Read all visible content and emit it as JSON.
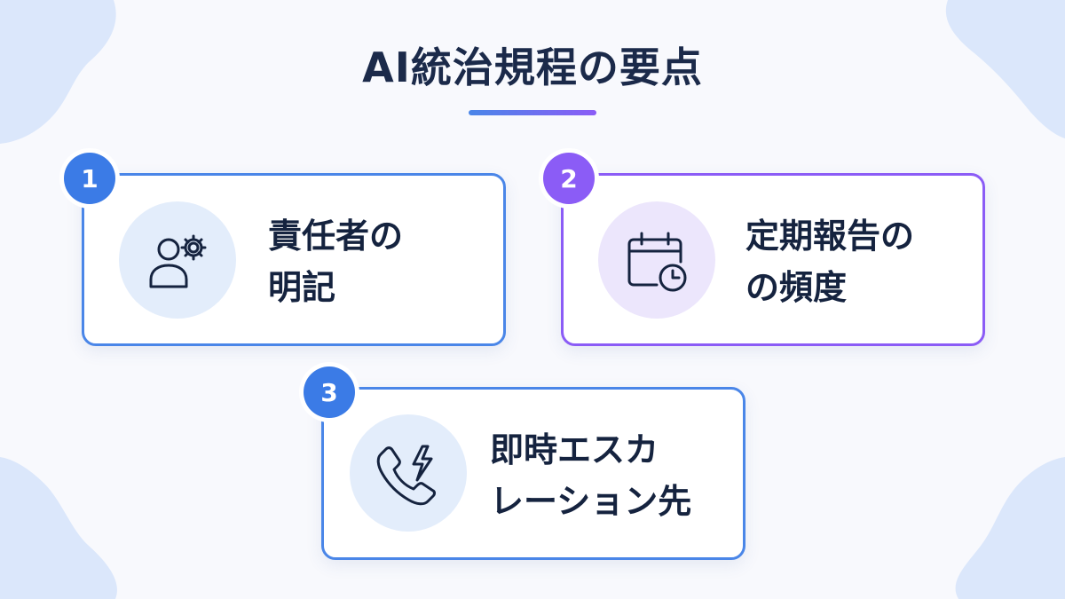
{
  "title": "AI統治規程の要点",
  "colors": {
    "blue": "#4a86e8",
    "purple": "#8b5cf6",
    "title": "#1b2a4a",
    "blob": "#dbe7fb"
  },
  "cards": [
    {
      "number": "1",
      "line1": "責任者の",
      "line2": "明記",
      "icon": "user-gear-icon",
      "accent": "blue"
    },
    {
      "number": "2",
      "line1": "定期報告の",
      "line2": "の頻度",
      "icon": "calendar-clock-icon",
      "accent": "purple"
    },
    {
      "number": "3",
      "line1": "即時エスカ",
      "line2": "レーション先",
      "icon": "phone-alert-icon",
      "accent": "blue"
    }
  ]
}
